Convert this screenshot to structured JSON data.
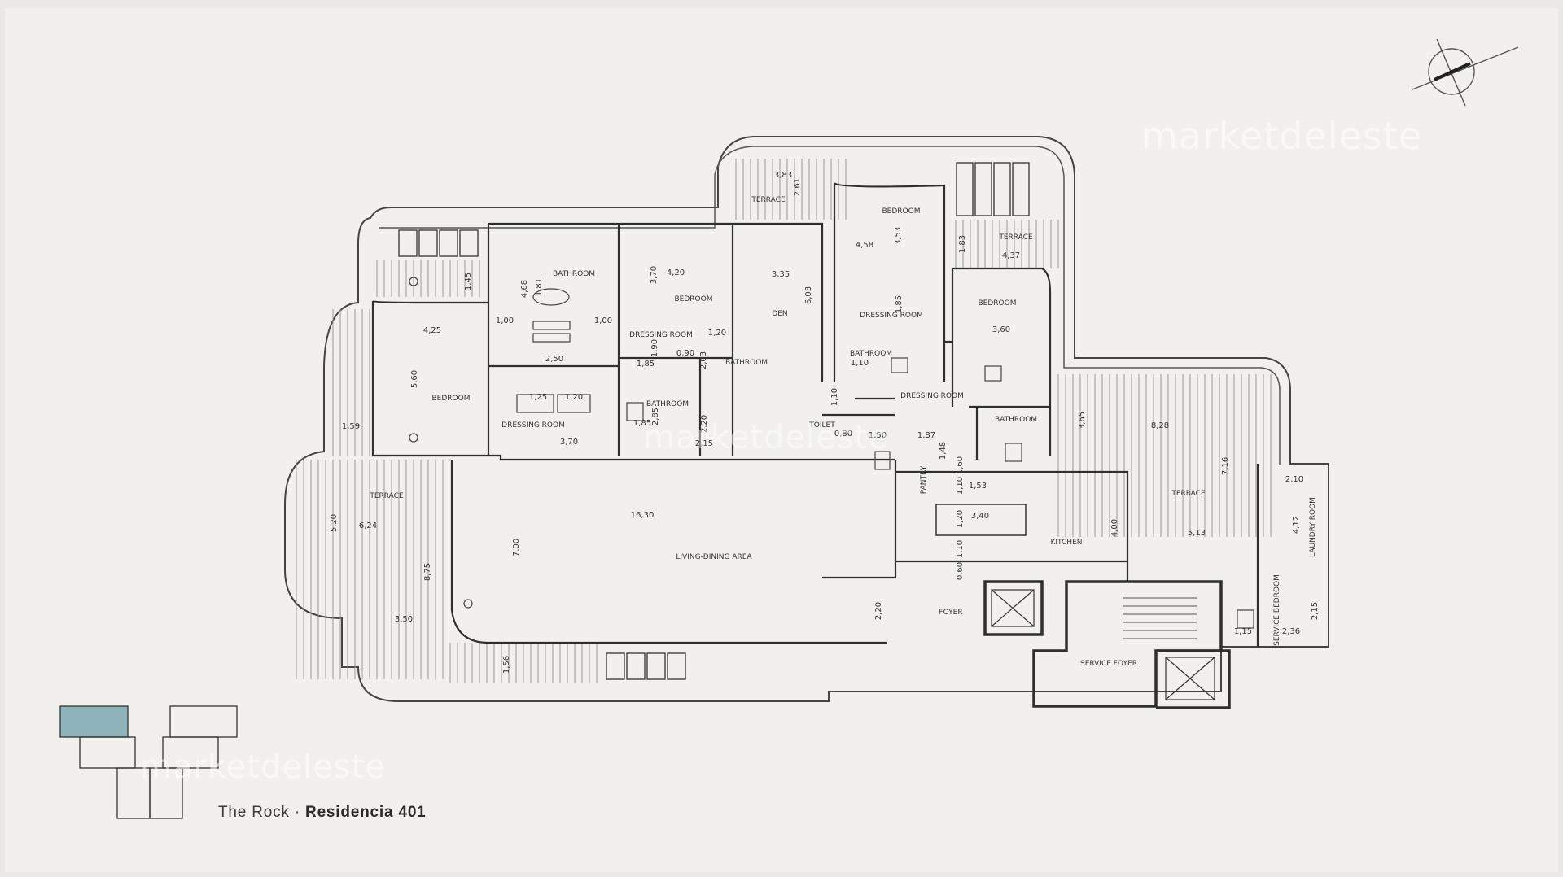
{
  "watermarks": [
    "marketdeleste",
    "marketdeleste",
    "marketdeleste"
  ],
  "caption": {
    "project": "The Rock",
    "separator": "·",
    "unit": "Residencia 401"
  },
  "colors": {
    "accent_block": "#8fb3bb",
    "wall": "#2f2f2f",
    "hatch": "#8c8c8c",
    "background": "#f1f0ec"
  },
  "icons": {
    "north_arrow": "compass-north-icon",
    "logo": "the-rock-logo-icon"
  },
  "rooms": {
    "bedroom_west": "BEDROOM",
    "bathroom_master": "BATHROOM",
    "dressing_master": "DRESSING ROOM",
    "bedroom_2": "BEDROOM",
    "dressing_2": "DRESSING ROOM",
    "bathroom_2": "BATHROOM",
    "den": "DEN",
    "bathroom_den": "BATHROOM",
    "terrace_top": "TERRACE",
    "bedroom_3": "BEDROOM",
    "dressing_3": "DRESSING ROOM",
    "bathroom_3": "BATHROOM",
    "terrace_ne": "TERRACE",
    "bedroom_4": "BEDROOM",
    "dressing_4": "DRESSING ROOM",
    "bathroom_4": "BATHROOM",
    "toilet": "TOILET",
    "pantry": "PANTRY",
    "terrace_west": "TERRACE",
    "living_dining": "LIVING-DINING AREA",
    "kitchen": "KITCHEN",
    "terrace_east": "TERRACE",
    "laundry": "LAUNDRY ROOM",
    "service_bedroom": "SERVICE BEDROOM",
    "foyer": "FOYER",
    "service_foyer": "SERVICE FOYER"
  },
  "dimensions": [
    "1,45",
    "4,25",
    "5,60",
    "1,59",
    "4,68",
    "1,00",
    "2,50",
    "1,00",
    "1,25",
    "1,20",
    "3,70",
    "1,81",
    "3,70",
    "4,20",
    "1,85",
    "1,90",
    "0,90",
    "1,85",
    "2,85",
    "1,20",
    "2,03",
    "2,20",
    "2,15",
    "3,35",
    "6,03",
    "3,83",
    "2,61",
    "4,58",
    "3,53",
    "1,85",
    "1,10",
    "1,10",
    "1,83",
    "4,37",
    "3,60",
    "1,50",
    "1,87",
    "1,48",
    "3,65",
    "8,28",
    "7,16",
    "5,13",
    "2,10",
    "4,12",
    "2,15",
    "1,15",
    "2,36",
    "16,30",
    "7,00",
    "5,20",
    "6,24",
    "8,75",
    "3,50",
    "1,56",
    "2,20",
    "1,53",
    "3,40",
    "1,10",
    "1,20",
    "1,10",
    "4,00",
    "0,60",
    "0,80",
    "1,60"
  ]
}
